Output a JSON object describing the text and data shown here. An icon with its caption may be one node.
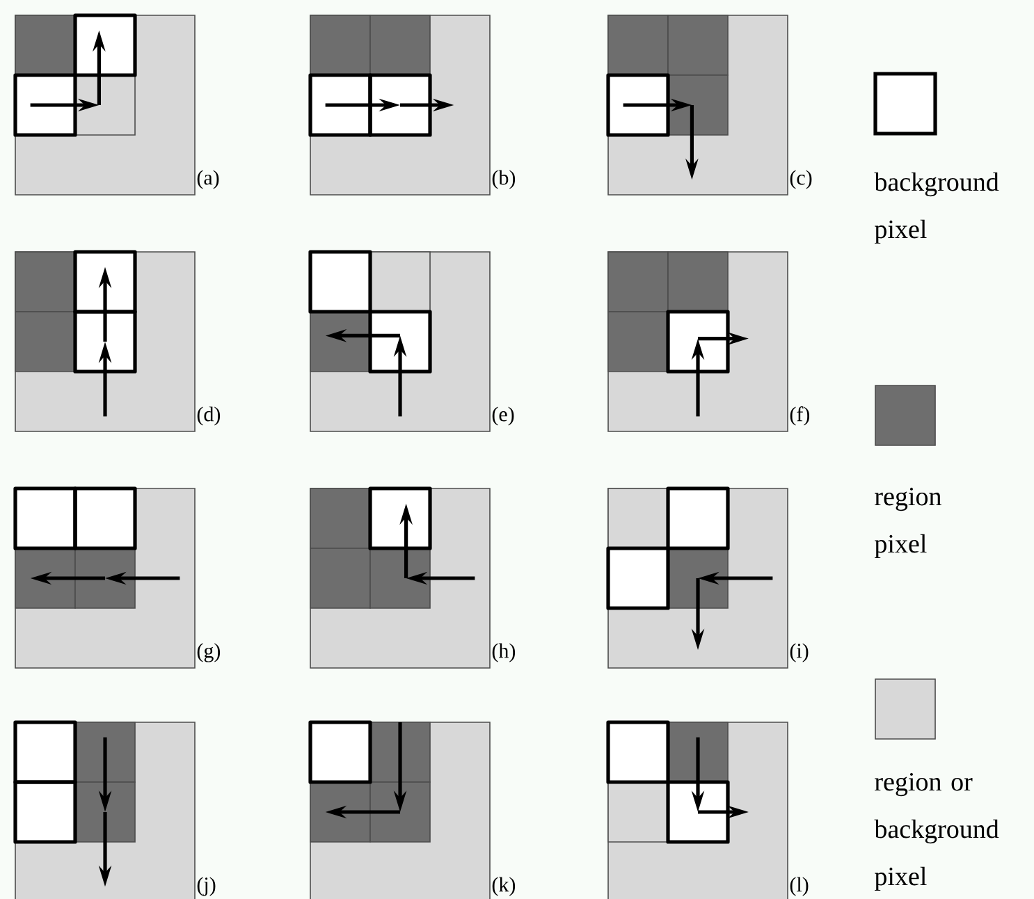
{
  "diagram": {
    "labels": [
      "(a)",
      "(b)",
      "(c)",
      "(d)",
      "(e)",
      "(f)",
      "(g)",
      "(h)",
      "(i)",
      "(j)",
      "(k)",
      "(l)"
    ],
    "legend": [
      {
        "text": "background pixel",
        "color": "#ffffff"
      },
      {
        "text": "region pixel",
        "color": "#6e6e6e"
      },
      {
        "text": "region or background pixel",
        "color": "#d8d8d8"
      }
    ]
  }
}
